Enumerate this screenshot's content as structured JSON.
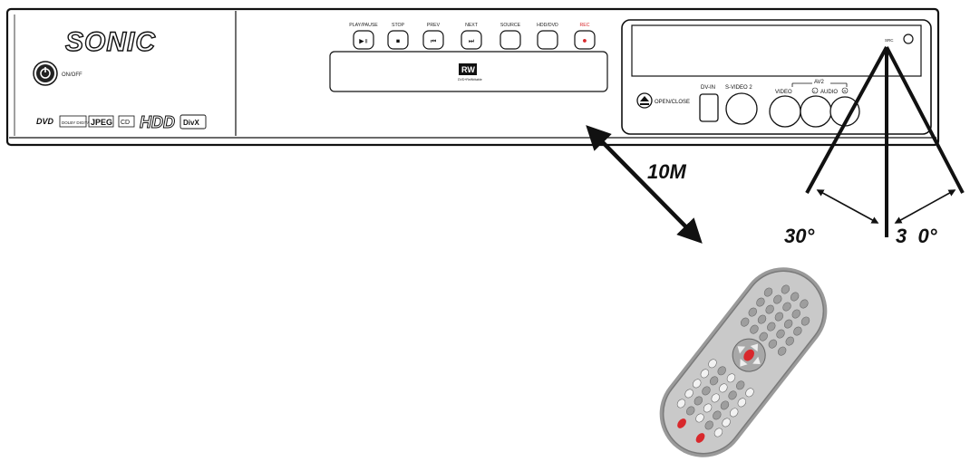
{
  "device": {
    "brand": "SONIC",
    "power_label": "ON/OFF",
    "logos": [
      "DVD",
      "DOLBY DIGITAL",
      "JPEG",
      "CD",
      "HDD",
      "DivX"
    ],
    "transport_buttons": [
      {
        "label": "PLAY/PAUSE",
        "symbol": "▶॥"
      },
      {
        "label": "STOP",
        "symbol": "■"
      },
      {
        "label": "PREV",
        "symbol": "⏮"
      },
      {
        "label": "NEXT",
        "symbol": "⏭"
      },
      {
        "label": "SOURCE",
        "symbol": ""
      },
      {
        "label": "HDD/DVD",
        "symbol": ""
      },
      {
        "label": "REC",
        "symbol": "●"
      }
    ],
    "rw_logo": "RW",
    "rw_caption": "DVD+ReWritable",
    "ir_window_label": "SRC",
    "eject_label": "OPEN/CLOSE",
    "jack_labels": {
      "dv_in": "DV-IN",
      "s_video": "S-VIDEO 2",
      "av2": "AV2",
      "video": "VIDEO",
      "audio": "AUDIO",
      "left_marker": "L",
      "right_marker": "R"
    },
    "colors": {
      "rec": "#d8282c",
      "outline": "#111111",
      "remote_body": "#bdbdbd"
    }
  },
  "annotations": {
    "distance": "10M",
    "angle_left": "30°",
    "angle_right": "3  0°"
  }
}
